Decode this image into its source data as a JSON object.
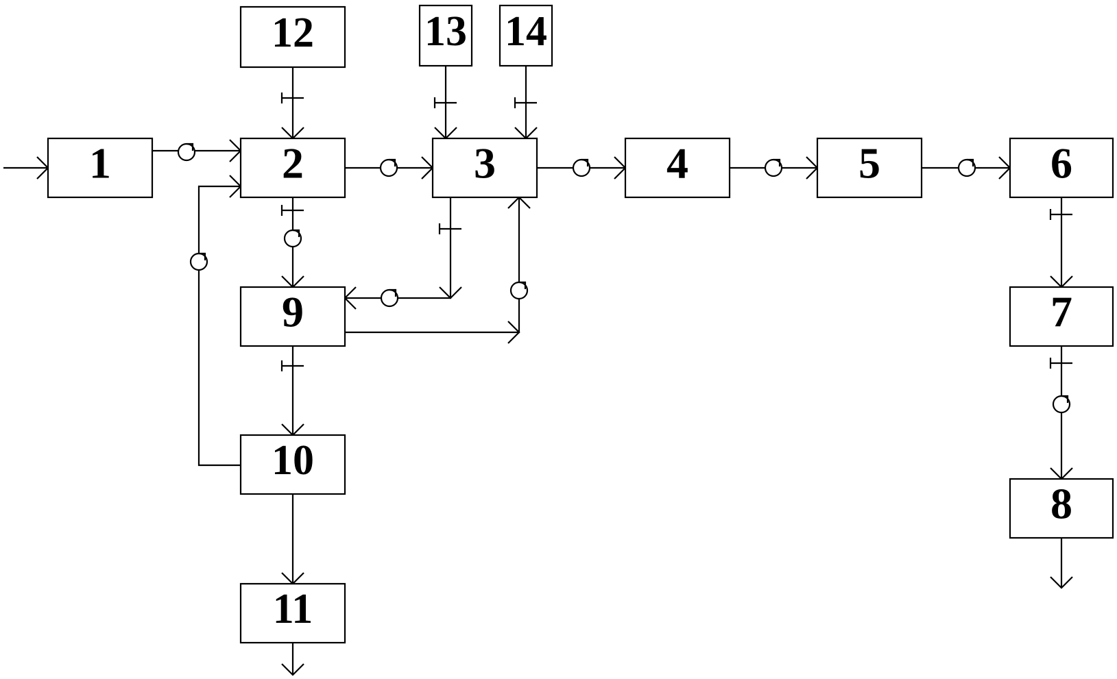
{
  "diagram": {
    "boxes": [
      {
        "id": "1",
        "label": "1"
      },
      {
        "id": "2",
        "label": "2"
      },
      {
        "id": "3",
        "label": "3"
      },
      {
        "id": "4",
        "label": "4"
      },
      {
        "id": "5",
        "label": "5"
      },
      {
        "id": "6",
        "label": "6"
      },
      {
        "id": "7",
        "label": "7"
      },
      {
        "id": "8",
        "label": "8"
      },
      {
        "id": "9",
        "label": "9"
      },
      {
        "id": "10",
        "label": "10"
      },
      {
        "id": "11",
        "label": "11"
      },
      {
        "id": "12",
        "label": "12"
      },
      {
        "id": "13",
        "label": "13"
      },
      {
        "id": "14",
        "label": "14"
      }
    ],
    "connections": [
      {
        "from": "input",
        "to": "1",
        "device": "none"
      },
      {
        "from": "1",
        "to": "2",
        "device": "pump"
      },
      {
        "from": "12",
        "to": "2",
        "device": "valve"
      },
      {
        "from": "2",
        "to": "3",
        "device": "pump"
      },
      {
        "from": "13",
        "to": "3",
        "device": "valve"
      },
      {
        "from": "14",
        "to": "3",
        "device": "valve"
      },
      {
        "from": "3",
        "to": "4",
        "device": "pump"
      },
      {
        "from": "4",
        "to": "5",
        "device": "pump"
      },
      {
        "from": "5",
        "to": "6",
        "device": "pump"
      },
      {
        "from": "6",
        "to": "7",
        "device": "valve"
      },
      {
        "from": "7",
        "to": "8",
        "device": "valve+pump"
      },
      {
        "from": "8",
        "to": "output",
        "device": "none"
      },
      {
        "from": "2",
        "to": "9",
        "device": "valve+pump"
      },
      {
        "from": "3",
        "to": "9",
        "device": "valve+pump"
      },
      {
        "from": "9",
        "to": "3",
        "device": "pump"
      },
      {
        "from": "9",
        "to": "10",
        "device": "valve"
      },
      {
        "from": "10",
        "to": "2",
        "device": "pump"
      },
      {
        "from": "10",
        "to": "11",
        "device": "none"
      },
      {
        "from": "11",
        "to": "output",
        "device": "none"
      }
    ]
  }
}
